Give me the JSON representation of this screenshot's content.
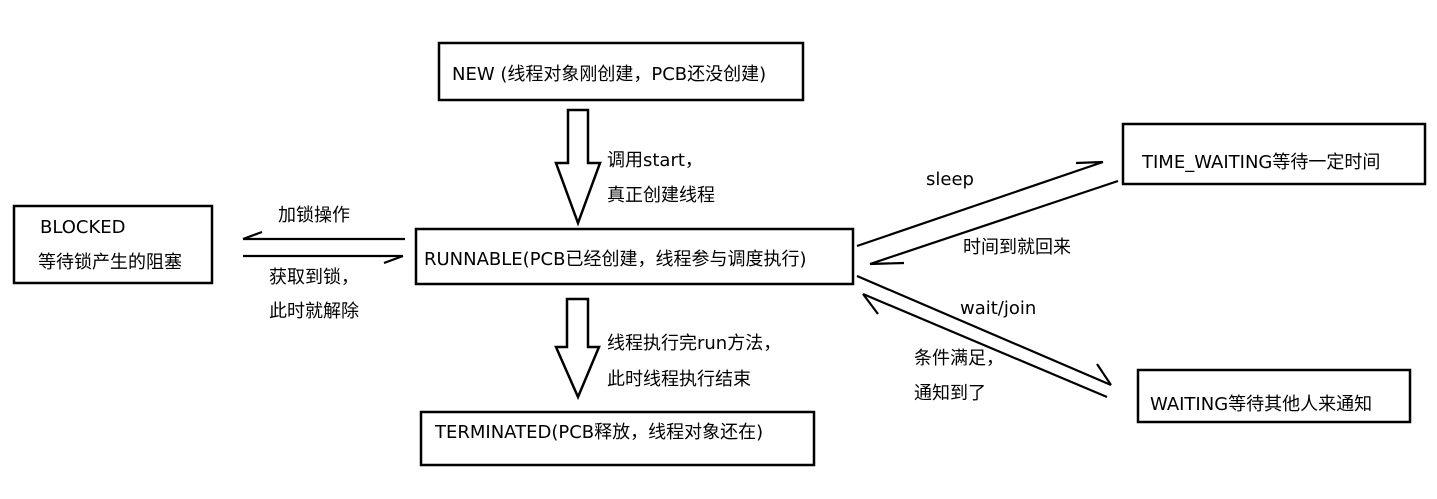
{
  "states": {
    "new": "NEW (线程对象刚创建，PCB还没创建)",
    "runnable": "RUNNABLE(PCB已经创建，线程参与调度执行)",
    "terminated": "TERMINATED(PCB释放，线程对象还在)",
    "blocked_line1": "BLOCKED",
    "blocked_line2": "等待锁产生的阻塞",
    "time_waiting": "TIME_WAITING等待一定时间",
    "waiting": "WAITING等待其他人来通知"
  },
  "transitions": {
    "start_line1": "调用start，",
    "start_line2": "真正创建线程",
    "finish_line1": "线程执行完run方法，",
    "finish_line2": "此时线程执行结束",
    "lock_op": "加锁操作",
    "got_lock_line1": "获取到锁，",
    "got_lock_line2": "此时就解除",
    "sleep": "sleep",
    "time_back": "时间到就回来",
    "wait_join": "wait/join",
    "notified_line1": "条件满足，",
    "notified_line2": "通知到了"
  }
}
